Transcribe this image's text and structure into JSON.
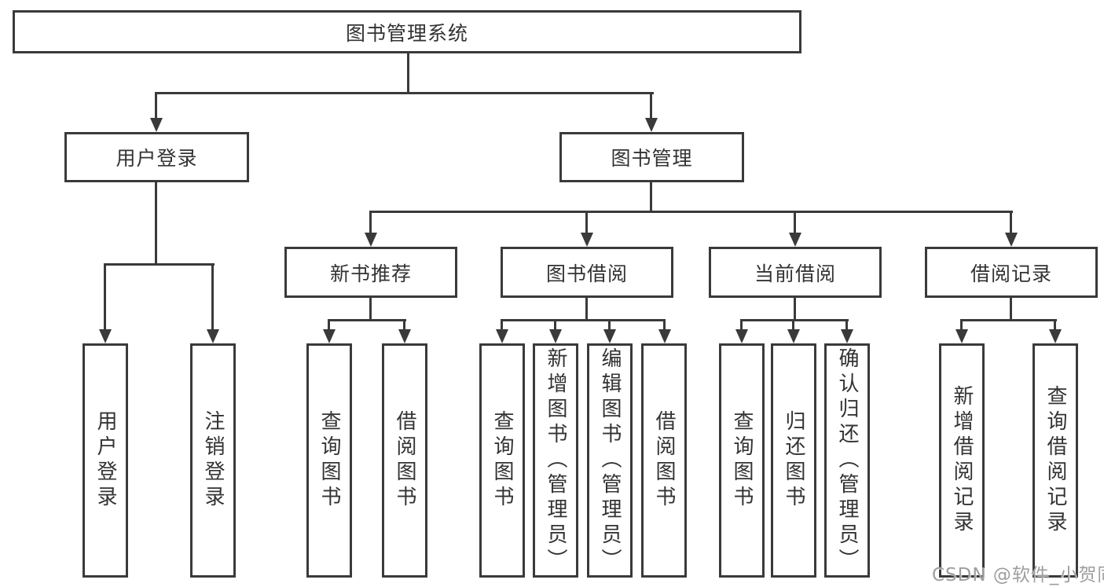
{
  "page": {
    "watermark": "CSDN @软件_小贺同学"
  },
  "diagram": {
    "type": "hierarchy-tree",
    "root": "图书管理系统",
    "level2": [
      "用户登录",
      "图书管理"
    ],
    "level3": [
      "新书推荐",
      "图书借阅",
      "当前借阅",
      "借阅记录"
    ],
    "leaves": {
      "user_login": [
        "用户登录",
        "注销登录"
      ],
      "new_book_recommend": [
        "查询图书",
        "借阅图书"
      ],
      "book_borrow": [
        "查询图书",
        "新增图书（管理员）",
        "编辑图书（管理员）",
        "借阅图书"
      ],
      "current_borrow": [
        "查询图书",
        "归还图书",
        "确认归还（管理员）"
      ],
      "borrow_record": [
        "新增借阅记录",
        "查询借阅记录"
      ]
    },
    "colors": {
      "line": "#3a3a3a",
      "text": "#333333",
      "box_background": "#ffffff",
      "watermark": "#9e9e9e"
    }
  }
}
